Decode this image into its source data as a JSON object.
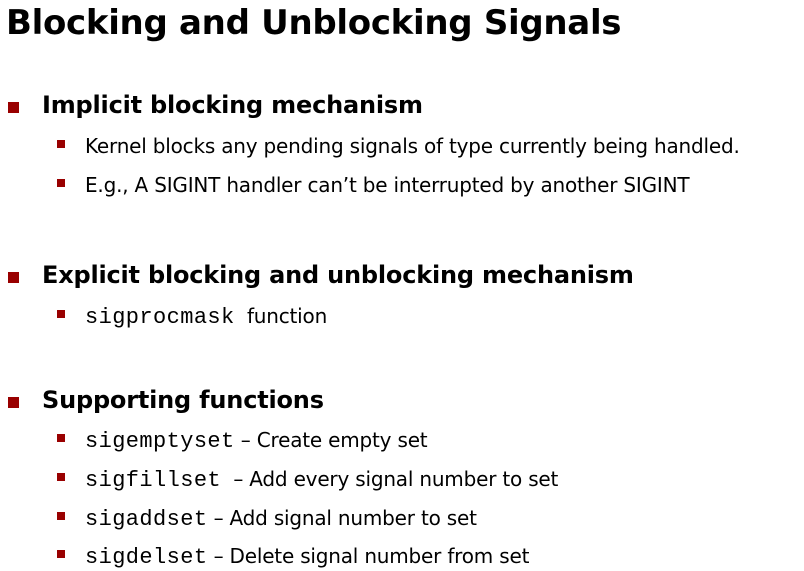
{
  "slide": {
    "title": "Blocking and Unblocking Signals",
    "accent_color": "#990000",
    "sections": [
      {
        "heading": "Implicit blocking mechanism",
        "items": [
          {
            "text": "Kernel blocks any pending signals of type currently being handled."
          },
          {
            "text": "E.g., A SIGINT handler can’t be interrupted by another SIGINT"
          }
        ]
      },
      {
        "heading": "Explicit blocking and unblocking mechanism",
        "items": [
          {
            "code": "sigprocmask",
            "text": "  function"
          }
        ]
      },
      {
        "heading": "Supporting functions",
        "items": [
          {
            "code": "sigemptyset",
            "text": " – Create empty set"
          },
          {
            "code": "sigfillset",
            "text": "  – Add every signal number to set"
          },
          {
            "code": "sigaddset",
            "text": " – Add signal number to set"
          },
          {
            "code": "sigdelset",
            "text": " – Delete signal number from set"
          }
        ]
      }
    ]
  }
}
